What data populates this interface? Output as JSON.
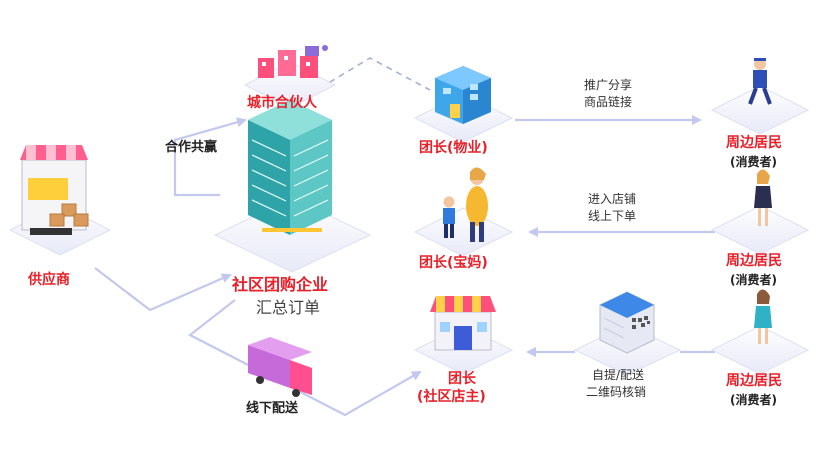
{
  "nodes": {
    "supplier": "供应商",
    "enterprise": "社区团购企业",
    "summary": "汇总订单",
    "city_partner": "城市合伙人",
    "cooperation": "合作共赢",
    "offline_delivery": "线下配送",
    "leader_property": "团长(物业)",
    "leader_mom": "团长(宝妈)",
    "leader_store_line1": "团长",
    "leader_store_line2": "(社区店主)",
    "residents": [
      {
        "title": "周边居民",
        "sub": "(消费者)"
      },
      {
        "title": "周边居民",
        "sub": "(消费者)"
      },
      {
        "title": "周边居民",
        "sub": "(消费者)"
      }
    ]
  },
  "edges": {
    "share_line1": "推广分享",
    "share_line2": "商品链接",
    "enter_line1": "进入店铺",
    "enter_line2": "线上下单",
    "pickup_line1": "自提/配送",
    "pickup_line2": "二维码核销"
  },
  "colors": {
    "accent_red": "#e8202a",
    "arrow": "#c3c8ee",
    "platform": "#eef0fb"
  }
}
